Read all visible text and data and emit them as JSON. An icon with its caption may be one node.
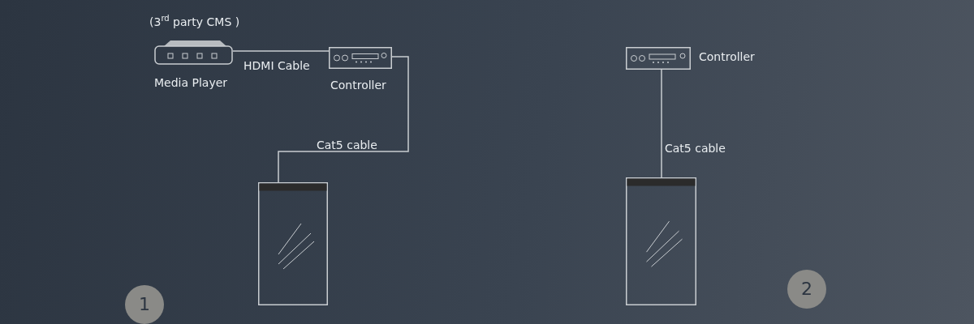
{
  "diagram": {
    "nodes": [
      {
        "text": [
          "Media Player"
        ],
        "beside": [
          "(3$^{rd}$ party CMS )"
        ]
      },
      {
        "text": [
          "Controller"
        ]
      },
      {
        "text": [],
        "shape": "box"
      },
      {
        "text": [
          "Controller"
        ]
      },
      {
        "text": [],
        "shape": "box"
      }
    ],
    "edges": [
      {
        "from": 0,
        "to": 1,
        "arrow": "none",
        "label": "HDMI Cable"
      },
      {
        "from": 1,
        "to": 2,
        "arrow": "none",
        "label": "Cat5 cable"
      },
      {
        "from": 3,
        "to": 4,
        "arrow": "none",
        "label": "Cat5 cable"
      }
    ],
    "labels": [
      "1",
      "2"
    ]
  }
}
